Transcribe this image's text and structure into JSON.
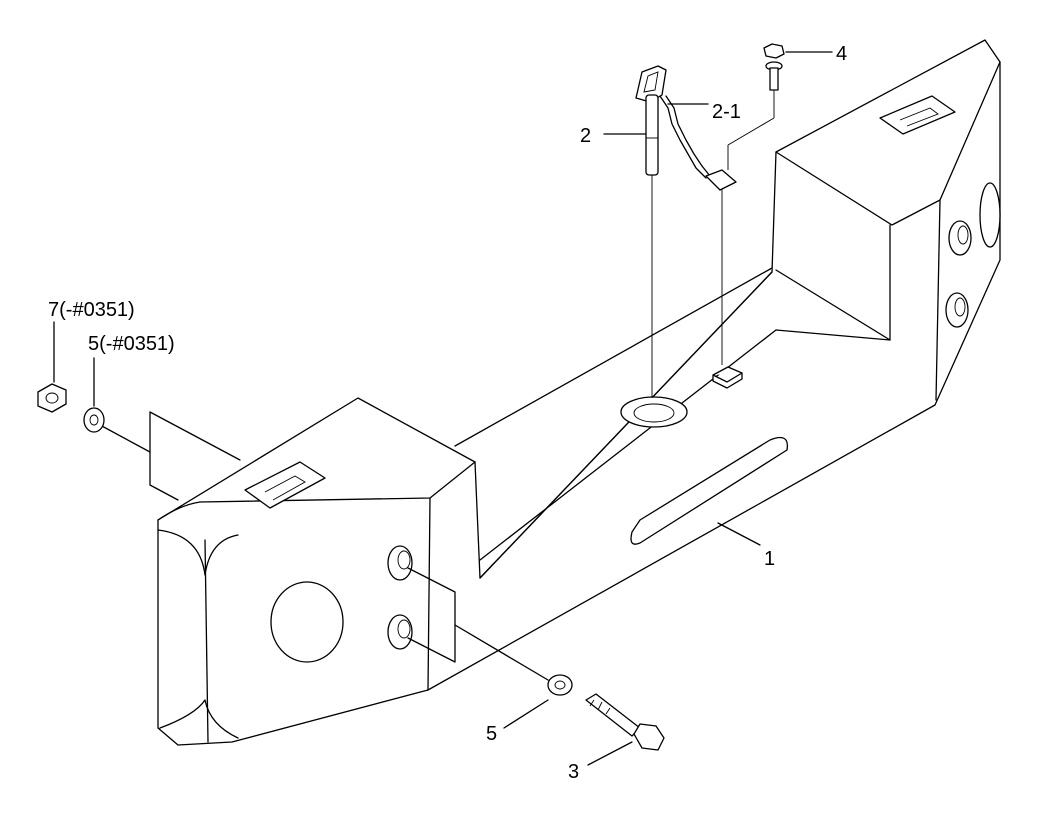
{
  "callouts": [
    {
      "id": "1",
      "text": "1"
    },
    {
      "id": "2",
      "text": "2"
    },
    {
      "id": "2-1",
      "text": "2-1"
    },
    {
      "id": "3",
      "text": "3"
    },
    {
      "id": "4",
      "text": "4"
    },
    {
      "id": "5",
      "text": "5"
    },
    {
      "id": "5-alt",
      "text": "5(-#0351)"
    },
    {
      "id": "7-alt",
      "text": "7(-#0351)"
    }
  ]
}
